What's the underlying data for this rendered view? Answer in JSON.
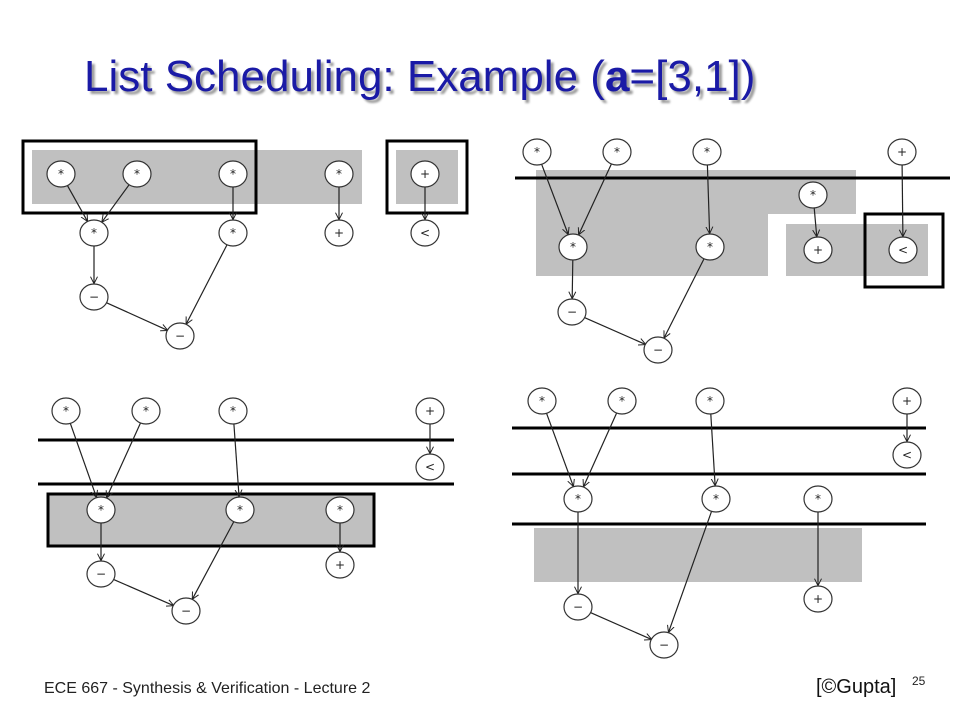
{
  "slide": {
    "title_prefix": "List Scheduling: Example (",
    "title_var": "a",
    "title_suffix": "=[3,1])",
    "footer": "ECE 667 - Synthesis & Verification - Lecture 2",
    "credit": "[©Gupta]",
    "page_number": "25"
  },
  "colors": {
    "title": "#1a1aa6",
    "band": "#c0c0c0",
    "line": "#000000"
  },
  "operators": {
    "mul": "*",
    "add": "+",
    "sub": "−",
    "lt": "<"
  },
  "panels": [
    {
      "name": "step-1",
      "nodes": [
        {
          "id": "m1",
          "op": "mul"
        },
        {
          "id": "m2",
          "op": "mul"
        },
        {
          "id": "m3",
          "op": "mul"
        },
        {
          "id": "m4",
          "op": "mul"
        },
        {
          "id": "a1",
          "op": "add"
        },
        {
          "id": "m5",
          "op": "mul"
        },
        {
          "id": "m6",
          "op": "mul"
        },
        {
          "id": "a2",
          "op": "add"
        },
        {
          "id": "lt",
          "op": "lt"
        },
        {
          "id": "s1",
          "op": "sub"
        },
        {
          "id": "s2",
          "op": "sub"
        }
      ],
      "edges": [
        [
          "m1",
          "m5"
        ],
        [
          "m2",
          "m5"
        ],
        [
          "m3",
          "m6"
        ],
        [
          "m4",
          "a2"
        ],
        [
          "a1",
          "lt"
        ],
        [
          "m5",
          "s1"
        ],
        [
          "s1",
          "s2"
        ],
        [
          "m6",
          "s2"
        ]
      ]
    },
    {
      "name": "step-2",
      "nodes": [
        {
          "id": "m1",
          "op": "mul"
        },
        {
          "id": "m2",
          "op": "mul"
        },
        {
          "id": "m3",
          "op": "mul"
        },
        {
          "id": "a1",
          "op": "add"
        },
        {
          "id": "m4",
          "op": "mul"
        },
        {
          "id": "m5",
          "op": "mul"
        },
        {
          "id": "m6",
          "op": "mul"
        },
        {
          "id": "a2",
          "op": "add"
        },
        {
          "id": "lt",
          "op": "lt"
        },
        {
          "id": "s1",
          "op": "sub"
        },
        {
          "id": "s2",
          "op": "sub"
        }
      ],
      "edges": [
        [
          "m1",
          "m5"
        ],
        [
          "m2",
          "m5"
        ],
        [
          "m3",
          "m6"
        ],
        [
          "m4",
          "a2"
        ],
        [
          "a1",
          "lt"
        ],
        [
          "m5",
          "s1"
        ],
        [
          "s1",
          "s2"
        ],
        [
          "m6",
          "s2"
        ]
      ]
    },
    {
      "name": "step-3",
      "nodes": [
        {
          "id": "m1",
          "op": "mul"
        },
        {
          "id": "m2",
          "op": "mul"
        },
        {
          "id": "m3",
          "op": "mul"
        },
        {
          "id": "a1",
          "op": "add"
        },
        {
          "id": "lt",
          "op": "lt"
        },
        {
          "id": "m5",
          "op": "mul"
        },
        {
          "id": "m6",
          "op": "mul"
        },
        {
          "id": "m4",
          "op": "mul"
        },
        {
          "id": "s1",
          "op": "sub"
        },
        {
          "id": "a2",
          "op": "add"
        },
        {
          "id": "s2",
          "op": "sub"
        }
      ],
      "edges": [
        [
          "m1",
          "m5"
        ],
        [
          "m2",
          "m5"
        ],
        [
          "m3",
          "m6"
        ],
        [
          "m4",
          "a2"
        ],
        [
          "a1",
          "lt"
        ],
        [
          "m5",
          "s1"
        ],
        [
          "s1",
          "s2"
        ],
        [
          "m6",
          "s2"
        ]
      ]
    },
    {
      "name": "step-4",
      "nodes": [
        {
          "id": "m1",
          "op": "mul"
        },
        {
          "id": "m2",
          "op": "mul"
        },
        {
          "id": "m3",
          "op": "mul"
        },
        {
          "id": "a1",
          "op": "add"
        },
        {
          "id": "lt",
          "op": "lt"
        },
        {
          "id": "m5",
          "op": "mul"
        },
        {
          "id": "m6",
          "op": "mul"
        },
        {
          "id": "m4",
          "op": "mul"
        },
        {
          "id": "s1",
          "op": "sub"
        },
        {
          "id": "a2",
          "op": "add"
        },
        {
          "id": "s2",
          "op": "sub"
        }
      ],
      "edges": [
        [
          "m1",
          "m5"
        ],
        [
          "m2",
          "m5"
        ],
        [
          "m3",
          "m6"
        ],
        [
          "m4",
          "a2"
        ],
        [
          "a1",
          "lt"
        ],
        [
          "m5",
          "s1"
        ],
        [
          "s1",
          "s2"
        ],
        [
          "m6",
          "s2"
        ]
      ]
    }
  ]
}
